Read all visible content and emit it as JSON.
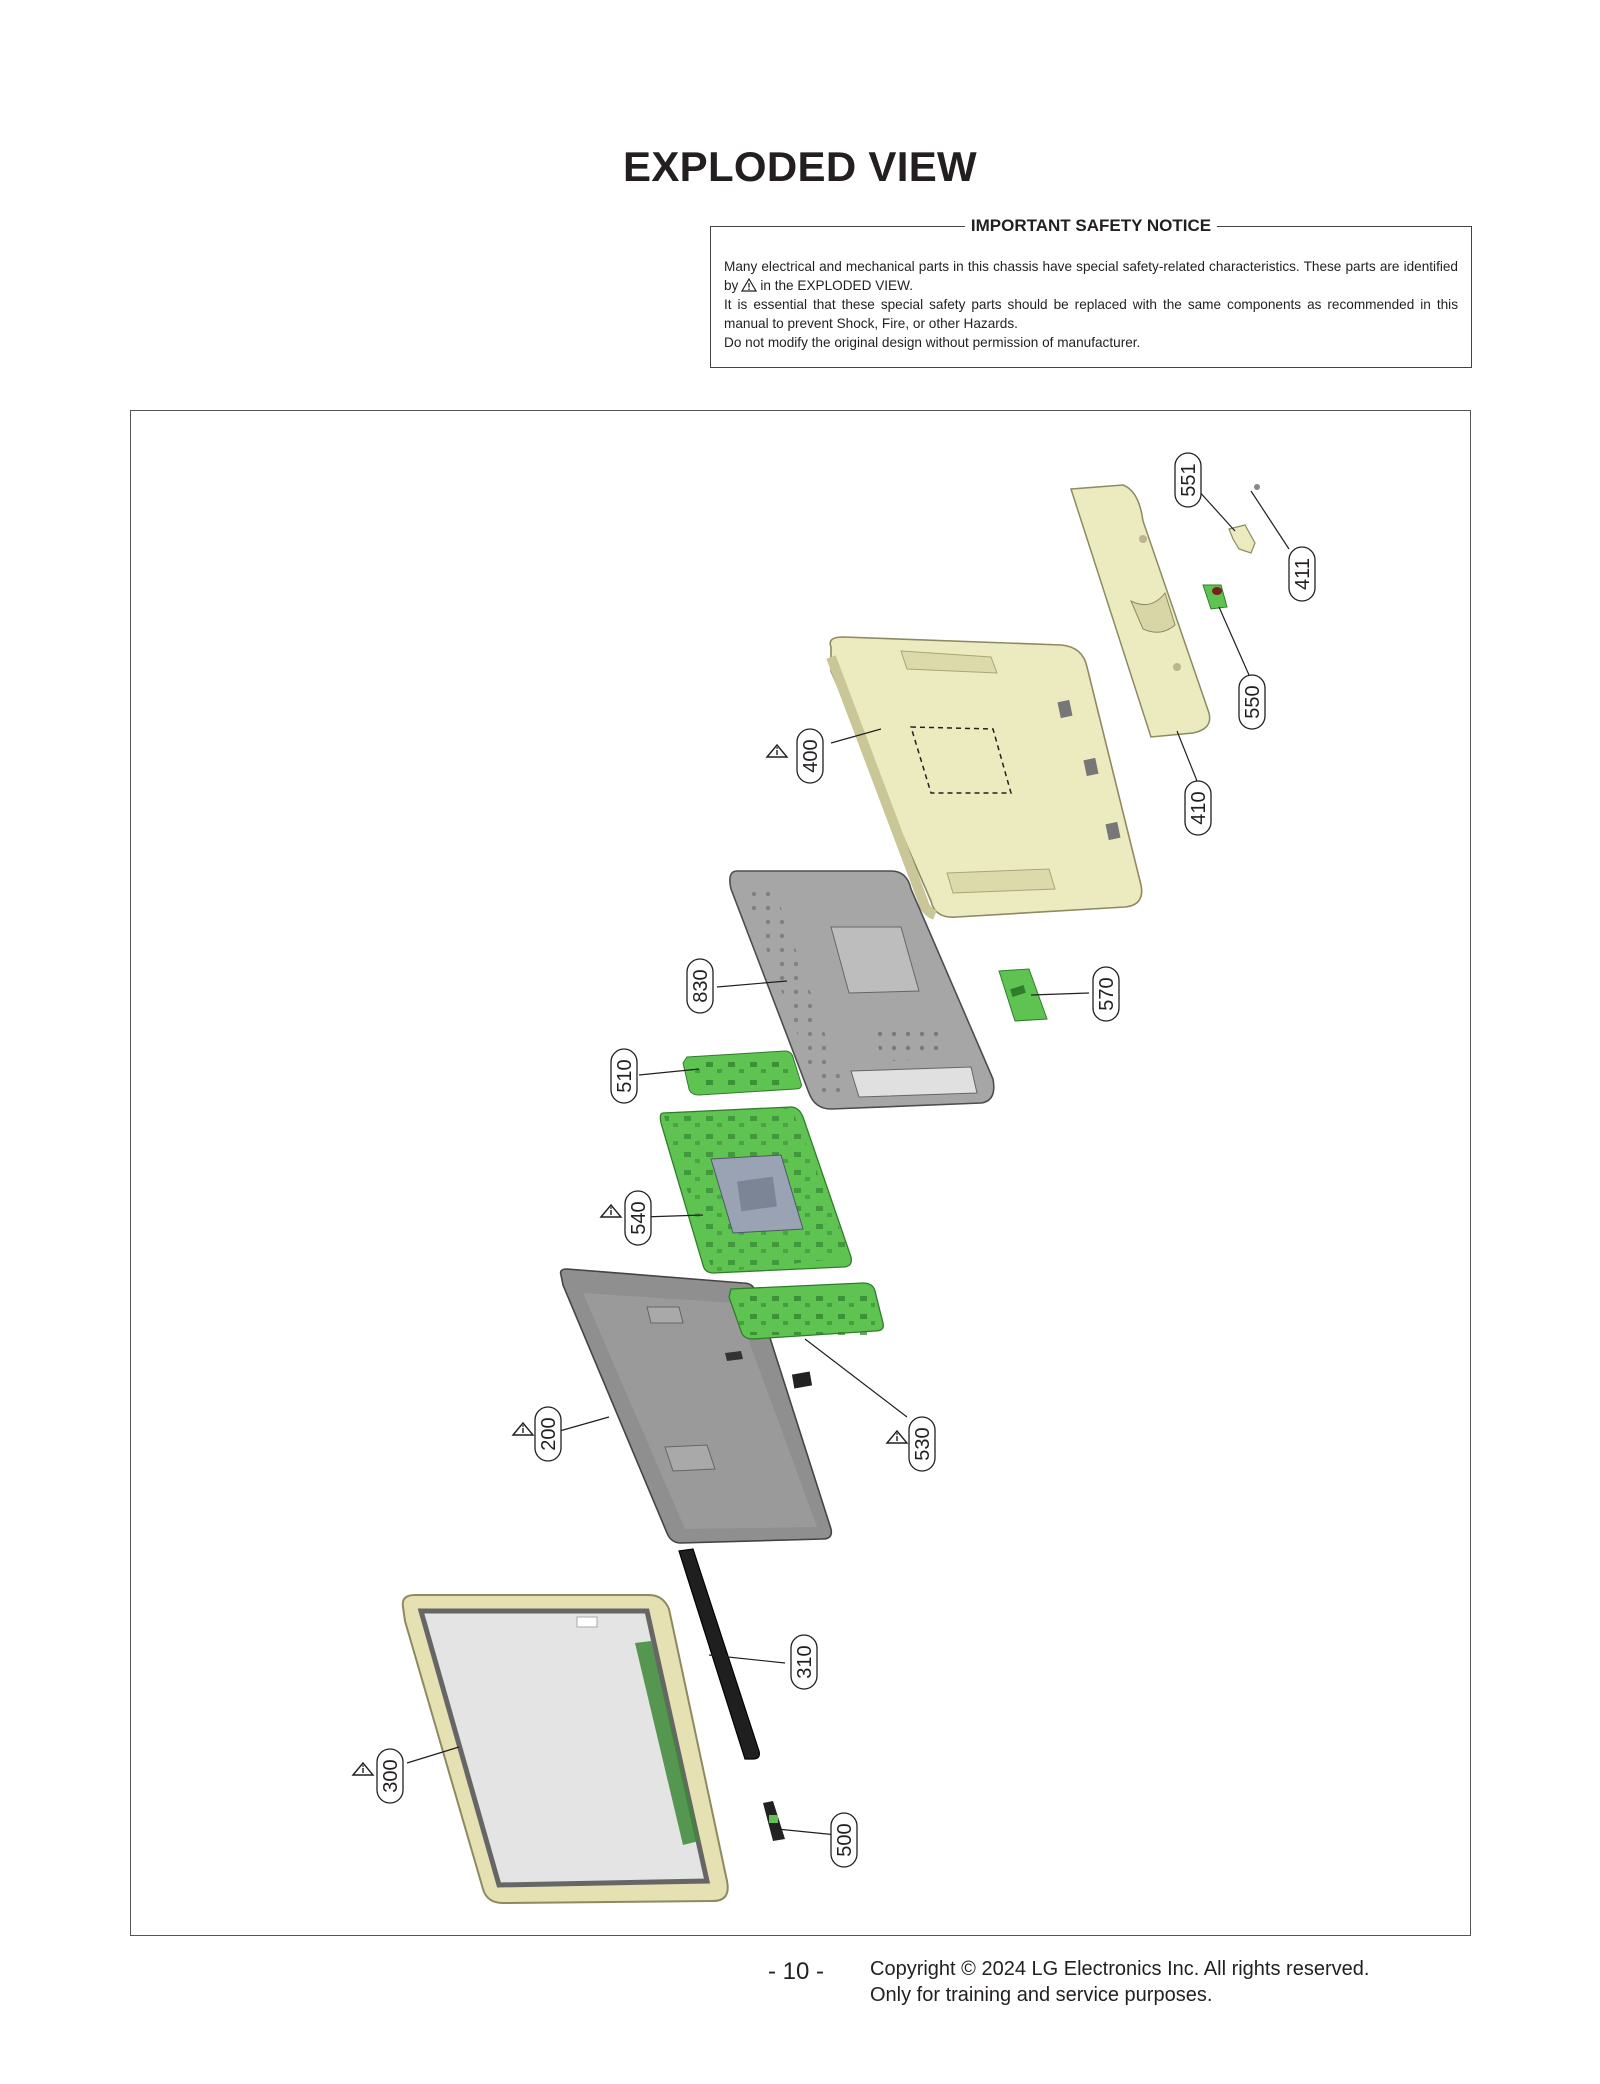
{
  "page": {
    "title": "EXPLODED VIEW",
    "page_number": "- 10 -",
    "copyright_line1": "Copyright © 2024 LG Electronics Inc. All rights reserved.",
    "copyright_line2": "Only for training and service purposes."
  },
  "notice": {
    "title": "IMPORTANT SAFETY NOTICE",
    "line1_before": "Many electrical and mechanical parts in this chassis have special safety-related characteristics. These parts are identified by",
    "line1_after": "in the EXPLODED VIEW.",
    "line2": "It is essential that these special safety parts should be replaced with the same components as recommended in this manual to prevent Shock, Fire, or other Hazards.",
    "line3": "Do not modify the original design without permission of manufacturer.",
    "warning_icon": "warning-triangle-icon"
  },
  "parts": {
    "p551": "551",
    "p411": "411",
    "p550": "550",
    "p410": "410",
    "p400": "400",
    "p830": "830",
    "p570": "570",
    "p510": "510",
    "p540": "540",
    "p200": "200",
    "p530": "530",
    "p310": "310",
    "p300": "300",
    "p500": "500"
  },
  "colors": {
    "cover_beige": "#ecebc0",
    "board_green": "#5fc352",
    "chassis_gray": "#a6a6a6",
    "panel_gray": "#8f8f8f",
    "screen_gray": "#e4e4e4"
  }
}
